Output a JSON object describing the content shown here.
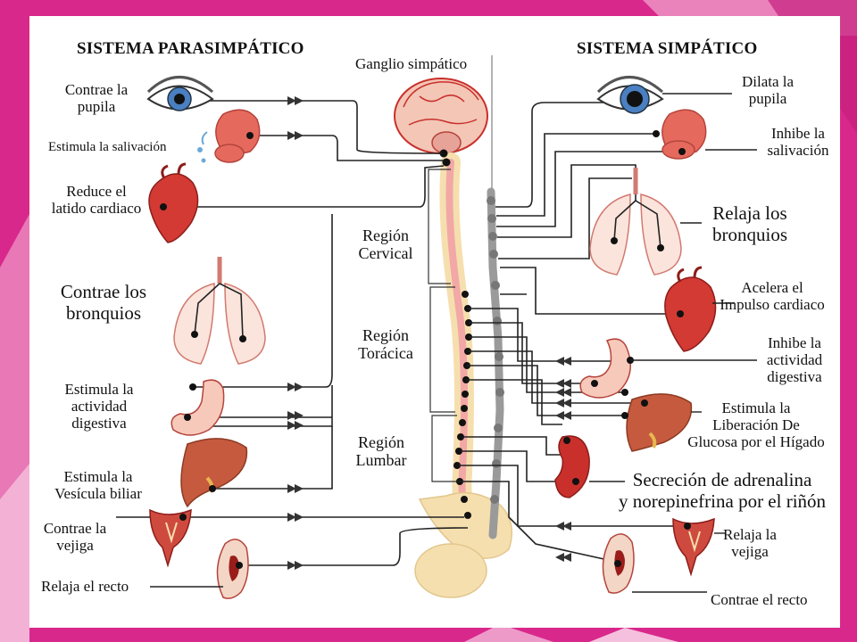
{
  "colors": {
    "background": "#d9288c",
    "background_light": "#ee9ac8",
    "panel": "#ffffff",
    "nerve": "#222222",
    "chain": "#9a9a9a",
    "spinal_cord": "#f2a8a6",
    "organ_red": "#c9302c",
    "bone": "#f6dfae"
  },
  "headers": {
    "parasympathetic": "SISTEMA PARASIMPÁTICO",
    "sympathetic": "SISTEMA SIMPÁTICO"
  },
  "center": {
    "ganglion": "Ganglio simpático",
    "cervical": "Región\nCervical",
    "thoracic": "Región\nTorácica",
    "lumbar": "Región\nLumbar"
  },
  "parasympathetic_labels": {
    "pupil": "Contrae la\npupila",
    "salivation": "Estimula la salivación",
    "heart": "Reduce el\nlatido cardiaco",
    "bronchi": "Contrae los\nbronquios",
    "digestion": "Estimula la\nactividad\ndigestiva",
    "gallbladder": "Estimula la\nVesícula biliar",
    "bladder": "Contrae la\nvejiga",
    "rectum": "Relaja el recto"
  },
  "sympathetic_labels": {
    "pupil": "Dilata la\npupila",
    "salivation": "Inhibe la\nsalivación",
    "bronchi": "Relaja los\nbronquios",
    "heart": "Acelera el\nImpulso cardiaco",
    "digestion": "Inhibe la\nactividad\ndigestiva",
    "glucose": "Estimula la\nLiberación De\nGlucosa por el Hígado",
    "adrenaline": "Secreción de adrenalina\ny norepinefrina por el riñón",
    "bladder": "Relaja la\nvejiga",
    "rectum": "Contrae el recto"
  },
  "icons": [
    "eye-icon",
    "salivary-gland-icon",
    "heart-icon",
    "lungs-icon",
    "stomach-icon",
    "liver-icon",
    "kidney-icon",
    "bladder-icon",
    "rectum-icon",
    "brain-icon",
    "spinal-cord-icon",
    "sympathetic-chain-icon"
  ]
}
